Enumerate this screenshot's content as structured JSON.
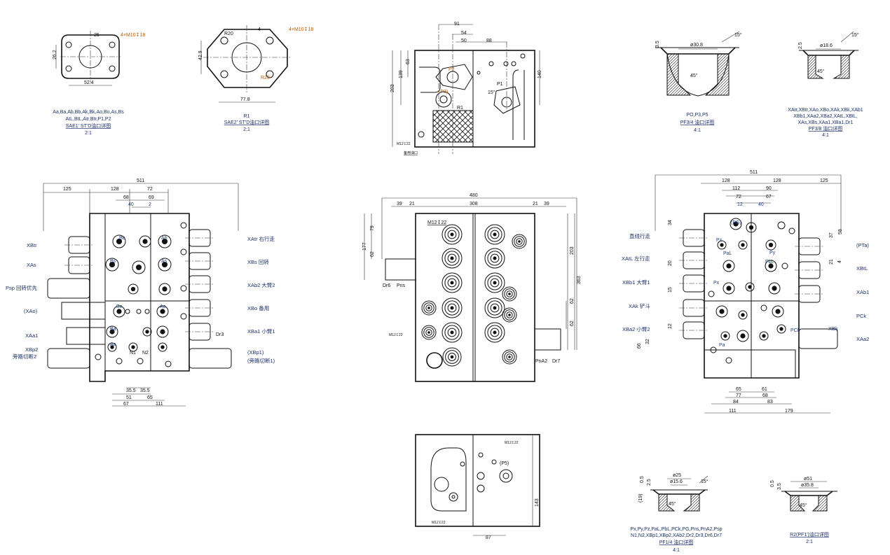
{
  "sae1": {
    "dims": [
      "26.2",
      "52.4",
      "4×M10↧18",
      "25"
    ],
    "caption": [
      "Aa,Ba,Ab,Bb,Ak,Bk,Ao,Bo,As,Bs",
      "AtL,BtL,Atr,Btr,P1,P2",
      "SAE1' ST'D油口详图",
      "2:1"
    ]
  },
  "sae2": {
    "dims": [
      "R20",
      "4",
      "4×M10↧18",
      "42.9",
      "77.8",
      "R20"
    ],
    "caption": [
      "R1",
      "SAE2' ST'D油口详图",
      "2:1"
    ]
  },
  "top_view": {
    "dims": [
      "91",
      "54",
      "50",
      "88",
      "63",
      "139",
      "203",
      "140",
      "15°"
    ],
    "ports": [
      "P2",
      "(P3)",
      "R1",
      "P1"
    ],
    "notes": [
      "M12↧22",
      "备用油口"
    ]
  },
  "pf34": {
    "dims": [
      "ø30.8",
      "3.5",
      "15°",
      "45°"
    ],
    "caption": [
      "PO,P3,P5",
      "PF3/4 油口详图",
      "4:1"
    ]
  },
  "pf38": {
    "dims": [
      "ø18.6",
      "2.5",
      "15°",
      "45°"
    ],
    "caption": [
      "XAtr,XBtr,XAo,XBo,XAk,XBk,XAb1",
      "XBb1,XAa2,XBa2,XAtL,XBtL,",
      "XAs,XBs,XAa1,XBa1,Dr1",
      "PF3/8 油口详图",
      "4:1"
    ]
  },
  "left_view": {
    "dims_top": [
      "511",
      "125",
      "128",
      "72",
      "68",
      "69",
      "40",
      "2"
    ],
    "dims_bottom": [
      "35.5",
      "35.5",
      "51",
      "65",
      "67",
      "111"
    ],
    "ports": [
      "N1",
      "N2",
      "Dr3",
      "Bb",
      "Ab",
      "Bs",
      "As",
      "Bo",
      "Ao",
      "Ba",
      "Aa"
    ],
    "left_labels": [
      "XBtr",
      "XAs",
      "Psp 回转优先",
      "(XAo)",
      "XAa1",
      "XBp2",
      "旁路切断2"
    ],
    "right_labels": [
      "XAtr 右行走",
      "XBs 回转",
      "XAb2 大臂2",
      "XBo 备用",
      "XBa1 小臂1",
      "(XBp1)",
      "(旁路切断1)"
    ]
  },
  "center_view": {
    "dims": [
      "480",
      "39",
      "21",
      "308",
      "21",
      "39",
      "177",
      "79",
      "62",
      "203",
      "363",
      "62",
      "62"
    ],
    "notes": [
      "M12↧22",
      "M12↧22"
    ],
    "ports": [
      "Dr6",
      "Pns",
      "PnA2",
      "Dr7"
    ]
  },
  "right_view": {
    "dims_top": [
      "511",
      "128",
      "128",
      "125",
      "112",
      "90",
      "72",
      "67",
      "12",
      "40"
    ],
    "dims_side": [
      "34",
      "37",
      "58",
      "21",
      "4",
      "20",
      "15",
      "12",
      "32",
      "66"
    ],
    "dims_bottom": [
      "65",
      "61",
      "77",
      "68",
      "84",
      "83",
      "111",
      "179"
    ],
    "ports": [
      "(PG)",
      "Pz",
      "PaL",
      "PbL",
      "Py",
      "Px",
      "PCk",
      "Pa"
    ],
    "left_labels": [
      "直线行走",
      "XAtL 左行走",
      "XBb1 大臂1",
      "XAk 铲斗",
      "XBa2 小臂2"
    ],
    "right_labels": [
      "(PTa)",
      "XBtL",
      "XAb1",
      "PCk",
      "XAa2",
      "XBk"
    ]
  },
  "bottom_view": {
    "dims": [
      "143",
      "87"
    ],
    "notes": [
      "M12↧22",
      "M12↧22"
    ],
    "ports": [
      "(P5)"
    ]
  },
  "pf14": {
    "dims": [
      "ø25",
      "ø15.6",
      "0.5",
      "2.5",
      "(19)",
      "15°",
      "45°"
    ],
    "caption": [
      "Px,Py,Pz,PaL,PbL,PCk,PG,Pns,PnA2,Psp",
      "N1,N2,XBp1,XBp2,XAb2,Dr2,Dr3,Dr6,Dr7",
      "PF1/4 油口详图",
      "4:1"
    ]
  },
  "r2": {
    "dims": [
      "ø51",
      "ø35.8",
      "0.5",
      "3.5",
      "45°"
    ],
    "caption": [
      "R2(PF1')油口详图",
      "2:1"
    ]
  }
}
